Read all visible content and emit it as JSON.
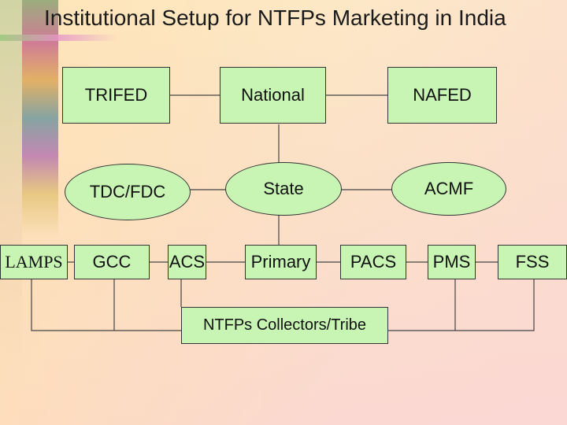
{
  "title": "Institutional Setup for NTFPs Marketing in India",
  "nodes": {
    "trifed": "TRIFED",
    "national": "National",
    "nafed": "NAFED",
    "tdc_fdc": "TDC/FDC",
    "state": "State",
    "acmf": "ACMF",
    "lamps": "LAMPS",
    "gcc": "GCC",
    "acs": "ACS",
    "primary": "Primary",
    "pacs": "PACS",
    "pms": "PMS",
    "fss": "FSS",
    "collectors": "NTFPs Collectors/Tribe"
  }
}
